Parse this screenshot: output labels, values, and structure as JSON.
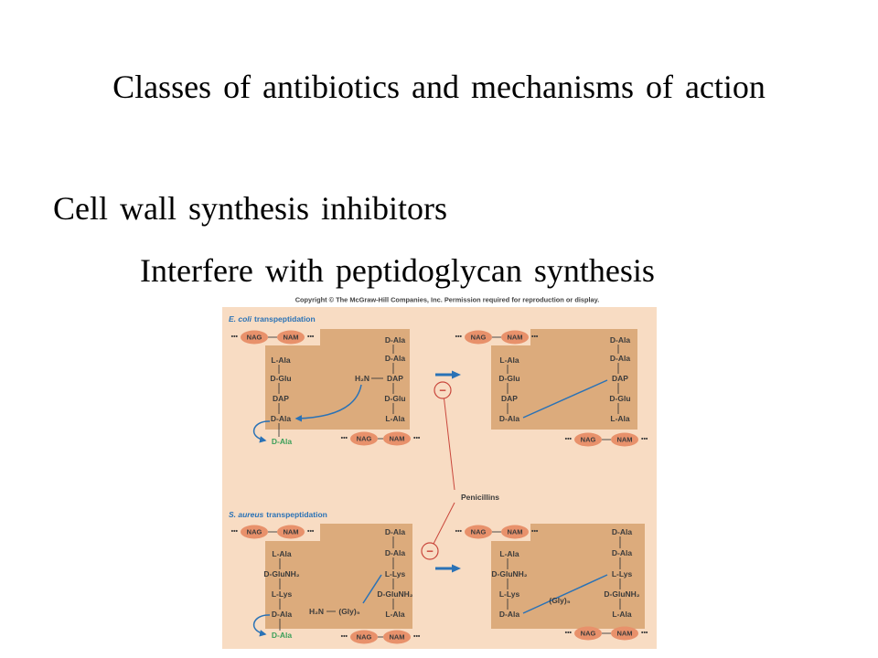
{
  "slide": {
    "title": "Classes of antibiotics and mechanisms of action",
    "heading": "Cell wall synthesis inhibitors",
    "subheading": "Interfere with peptidoglycan synthesis"
  },
  "figure": {
    "copyright": "Copyright © The McGraw-Hill Companies, Inc. Permission required for reproduction or display.",
    "ecoli_title": {
      "organism": "E. coli",
      "label": "transpeptidation"
    },
    "saureus_title": {
      "organism": "S. aureus",
      "label": "transpeptidation"
    },
    "inhibitor_label": "Penicillins",
    "inhibit_symbol": "−",
    "chain_dots": "•••",
    "structures": [
      {
        "top_glycan": [
          "NAG",
          "NAM"
        ],
        "left_chain": [
          "L-Ala",
          "D-Glu",
          "DAP",
          "D-Ala"
        ],
        "released": "D-Ala",
        "right_chain": [
          "D-Ala",
          "D-Ala",
          "DAP",
          "D-Glu",
          "L-Ala"
        ],
        "donor": "H₂N",
        "bottom_glycan": [
          "NAG",
          "NAM"
        ]
      },
      {
        "top_glycan": [
          "NAG",
          "NAM"
        ],
        "left_chain": [
          "L-Ala",
          "D-Glu",
          "DAP",
          "D-Ala"
        ],
        "right_chain": [
          "D-Ala",
          "D-Ala",
          "DAP",
          "D-Glu",
          "L-Ala"
        ],
        "bottom_glycan": [
          "NAG",
          "NAM"
        ]
      },
      {
        "top_glycan": [
          "NAG",
          "NAM"
        ],
        "left_chain": [
          "L-Ala",
          "D-GluNH₂",
          "L-Lys",
          "D-Ala"
        ],
        "released": "D-Ala",
        "right_chain": [
          "D-Ala",
          "D-Ala",
          "L-Lys",
          "D-GluNH₂",
          "L-Ala"
        ],
        "donor": "H₂N",
        "bridge": "(Gly)₅",
        "bottom_glycan": [
          "NAG",
          "NAM"
        ]
      },
      {
        "top_glycan": [
          "NAG",
          "NAM"
        ],
        "left_chain": [
          "L-Ala",
          "D-GluNH₂",
          "L-Lys",
          "D-Ala"
        ],
        "right_chain": [
          "D-Ala",
          "D-Ala",
          "L-Lys",
          "D-GluNH₂",
          "L-Ala"
        ],
        "bridge": "(Gly)₅",
        "bottom_glycan": [
          "NAG",
          "NAM"
        ]
      }
    ]
  },
  "colors": {
    "figure_bg": "#f8dcc3",
    "peptide_box": "#dcab7c",
    "sugar": "#e8916b",
    "blue": "#2a72b6",
    "green": "#3b9f59",
    "red": "#c9473c",
    "label_text": "#3b3b3b"
  }
}
